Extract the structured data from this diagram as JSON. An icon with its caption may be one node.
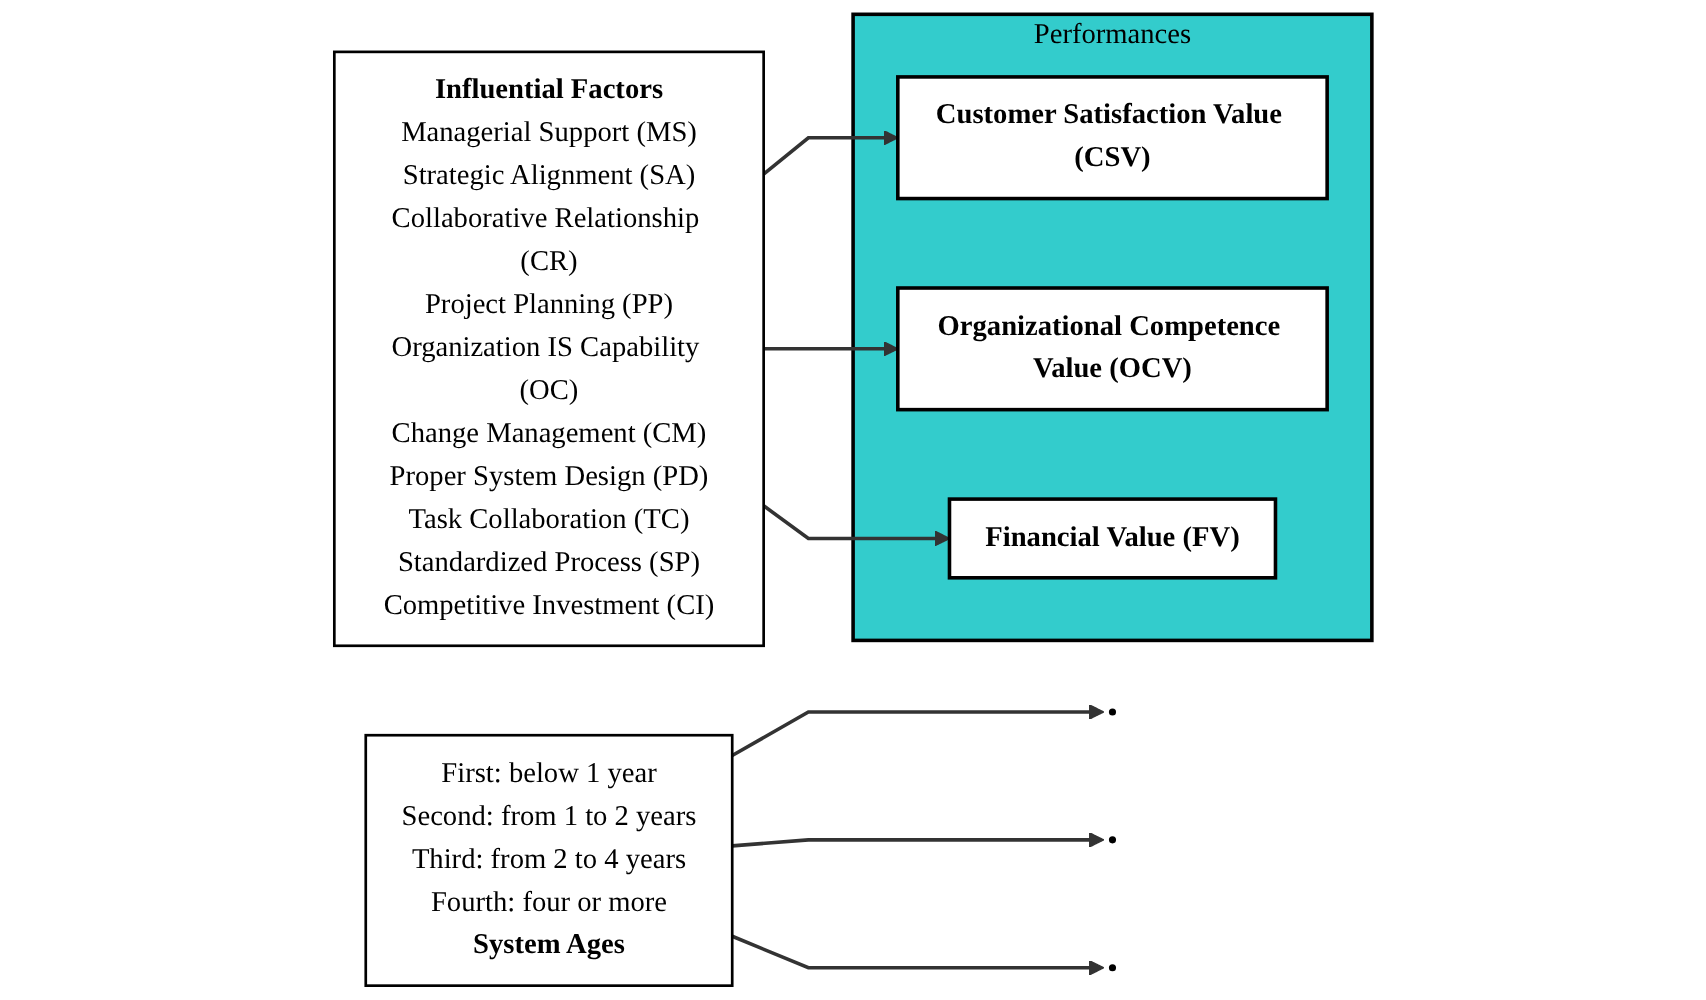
{
  "diagram": {
    "nodes": [
      {
        "text": [
          "Influential Factors",
          "Managerial Support (MS)",
          "Strategic Alignment (SA)",
          "Collaborative Relationship (CR)",
          "Project Planning (PP)",
          "Organization IS Capability (OC)",
          "Change Management (CM)",
          "Proper System Design (PD)",
          "Task Collaboration (TC)",
          "Standardized Process (SP)",
          "Competitive Investment (CI)"
        ]
      },
      {
        "text": [
          "Performances"
        ]
      },
      {
        "text": [
          "Customer Satisfaction Value (CSV)"
        ],
        "in": 1
      },
      {
        "text": [
          "Organizational Competence Value (OCV)"
        ],
        "in": 1
      },
      {
        "text": [
          "Financial Value (FV)"
        ],
        "in": 1
      },
      {
        "text": [
          "First: below 1 year",
          "Second: from 1 to 2 years",
          "Third: from 2 to 4 years",
          "Fourth: four or more",
          "System Ages"
        ]
      }
    ],
    "edges": [
      {
        "from": 0,
        "to": 2,
        "arrow": "to"
      },
      {
        "from": 0,
        "to": 3,
        "arrow": "to"
      },
      {
        "from": 0,
        "to": 4,
        "arrow": "to"
      },
      {
        "from": 5,
        "to": null,
        "arrow": "to"
      },
      {
        "from": 5,
        "to": null,
        "arrow": "to"
      },
      {
        "from": 5,
        "to": null,
        "arrow": "to"
      }
    ]
  }
}
